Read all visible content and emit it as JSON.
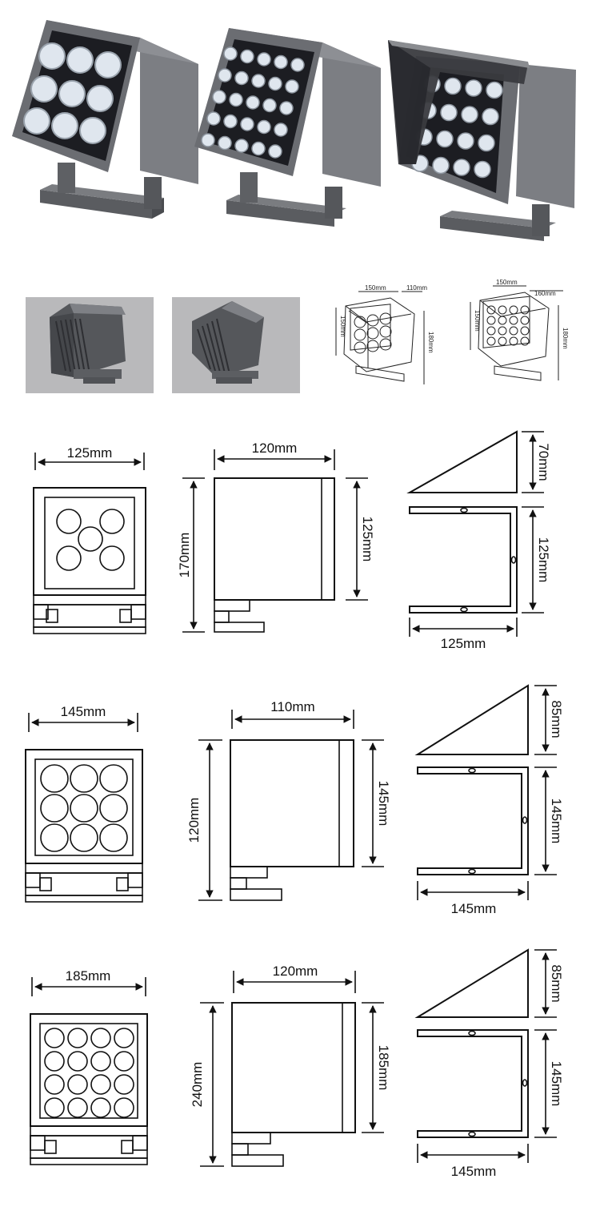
{
  "thumbnails": {
    "dims_9": {
      "w1": "150mm",
      "w2": "110mm",
      "h1": "150mm",
      "h2": "180mm"
    },
    "dims_16": {
      "w1": "150mm",
      "w2": "160mm",
      "h1": "150mm",
      "h2": "180mm"
    }
  },
  "drawings": [
    {
      "front_width": "125mm",
      "side_width": "120mm",
      "side_total_height": "170mm",
      "side_body_height": "125mm",
      "visor_height": "70mm",
      "bracket_height": "125mm",
      "bracket_width": "125mm"
    },
    {
      "front_width": "145mm",
      "side_width": "110mm",
      "side_total_height": "120mm",
      "side_body_height": "145mm",
      "visor_height": "85mm",
      "bracket_height": "145mm",
      "bracket_width": "145mm"
    },
    {
      "front_width": "185mm",
      "side_width": "120mm",
      "side_total_height": "240mm",
      "side_body_height": "185mm",
      "visor_height": "85mm",
      "bracket_height": "145mm",
      "bracket_width": "145mm"
    }
  ],
  "colors": {
    "housing": "#6b6d72",
    "housing_dark": "#4a4c50",
    "lens_face": "#1c1d22",
    "led": "#dfe6ee",
    "thumb_bg": "#b9b9bb",
    "line": "#111111"
  },
  "icons": [
    "arrow-dimension-icon"
  ]
}
